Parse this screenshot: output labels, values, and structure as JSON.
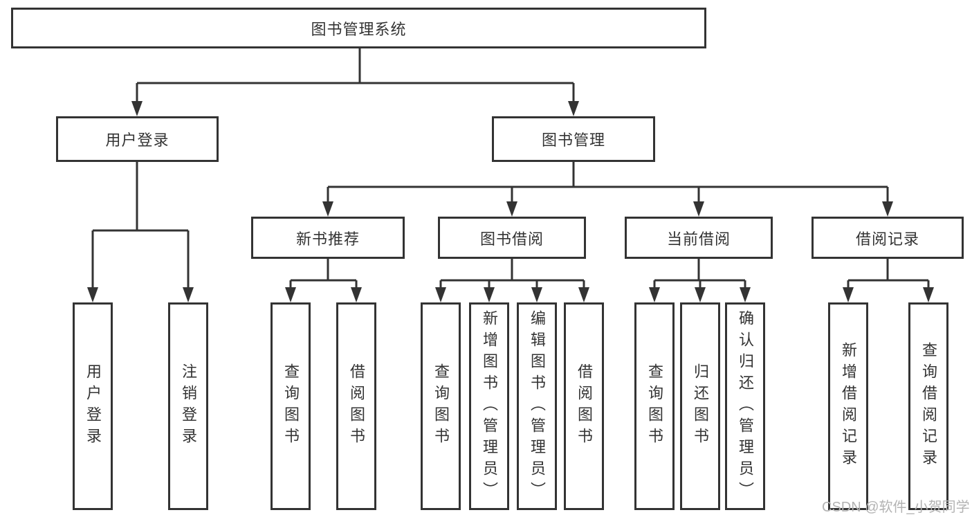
{
  "diagram": {
    "type": "hierarchy-tree",
    "orientation": "top-down",
    "colors": {
      "background": "#ffffff",
      "line": "#333333",
      "box_border": "#333333",
      "box_fill": "#ffffff",
      "text": "#333333",
      "watermark": "#b3b3b3"
    },
    "tree": {
      "root": {
        "label": "图书管理系统"
      },
      "children": [
        {
          "label": "用户登录",
          "children": [
            {
              "label": "用户登录"
            },
            {
              "label": "注销登录"
            }
          ]
        },
        {
          "label": "图书管理",
          "children": [
            {
              "label": "新书推荐",
              "children": [
                {
                  "label": "查询图书"
                },
                {
                  "label": "借阅图书"
                }
              ]
            },
            {
              "label": "图书借阅",
              "children": [
                {
                  "label": "查询图书"
                },
                {
                  "label": "新增图书（管理员）"
                },
                {
                  "label": "编辑图书（管理员）"
                },
                {
                  "label": "借阅图书"
                }
              ]
            },
            {
              "label": "当前借阅",
              "children": [
                {
                  "label": "查询图书"
                },
                {
                  "label": "归还图书"
                },
                {
                  "label": "确认归还（管理员）"
                }
              ]
            },
            {
              "label": "借阅记录",
              "children": [
                {
                  "label": "新增借阅记录"
                },
                {
                  "label": "查询借阅记录"
                }
              ]
            }
          ]
        }
      ]
    },
    "watermark": "CSDN @软件_小贺同学"
  }
}
